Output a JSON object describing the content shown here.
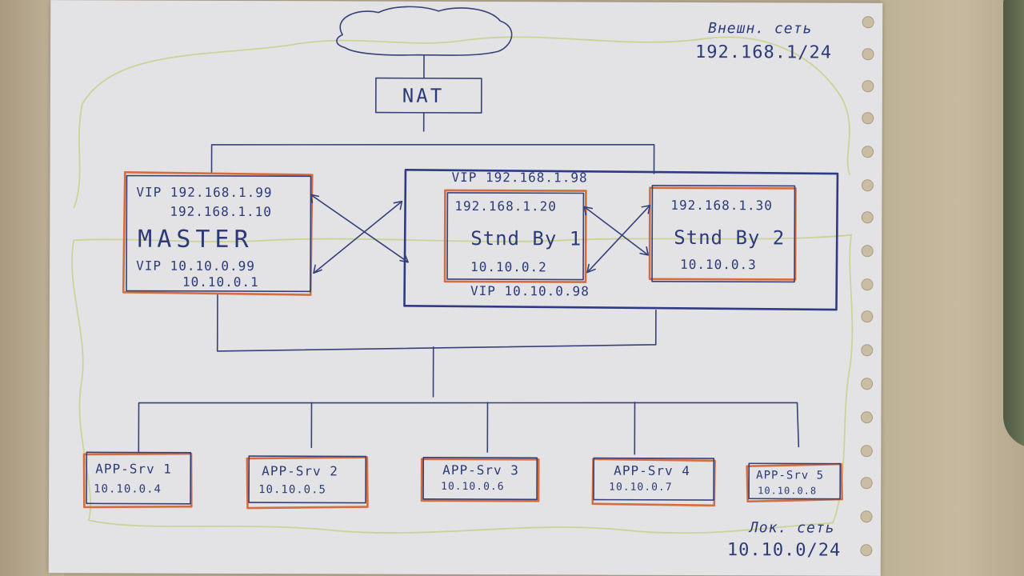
{
  "cloud": {
    "label": ""
  },
  "nat": {
    "label": "NAT"
  },
  "external_net": {
    "label": "Внешн. сеть",
    "subnet": "192.168.1/24"
  },
  "local_net": {
    "label": "Лок. сеть",
    "subnet": "10.10.0/24"
  },
  "master": {
    "vip_external": "VIP 192.168.1.99",
    "ip_external": "192.168.1.10",
    "name": "MASTER",
    "vip_internal": "VIP 10.10.0.99",
    "ip_internal": "10.10.0.1"
  },
  "standby_group": {
    "vip_external": "VIP 192.168.1.98",
    "vip_internal": "VIP 10.10.0.98"
  },
  "standby1": {
    "ip_external": "192.168.1.20",
    "name": "Stnd By 1",
    "ip_internal": "10.10.0.2"
  },
  "standby2": {
    "ip_external": "192.168.1.30",
    "name": "Stnd By 2",
    "ip_internal": "10.10.0.3"
  },
  "app_servers": [
    {
      "name": "APP-Srv 1",
      "ip": "10.10.0.4"
    },
    {
      "name": "APP-Srv 2",
      "ip": "10.10.0.5"
    },
    {
      "name": "APP-Srv 3",
      "ip": "10.10.0.6"
    },
    {
      "name": "APP-Srv 4",
      "ip": "10.10.0.7"
    },
    {
      "name": "APP-Srv 5",
      "ip": "10.10.0.8"
    }
  ],
  "colors": {
    "paper": "#e3e3e6",
    "ink": "#2c3a78",
    "box_outline": "#d66d3f",
    "zone_outline": "#c8d08a"
  }
}
